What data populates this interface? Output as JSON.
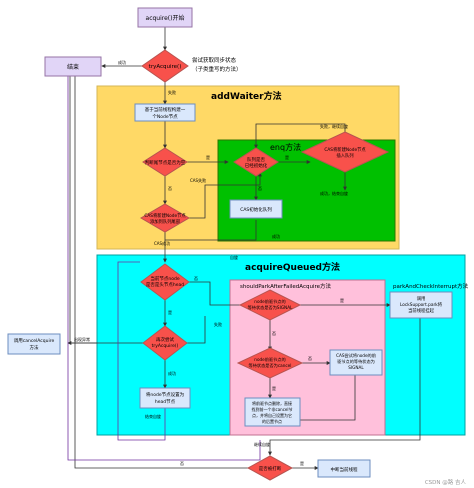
{
  "nodes": {
    "start": "acquire()开始",
    "end": "结束",
    "try_acquire": "tryAcquire()",
    "try_acquire_note_1": "尝试获取同步状态",
    "try_acquire_note_2": "（子类重写的方法）",
    "create_node_1": "基于当前线程构建一",
    "create_node_2": "个Node节点",
    "tail_null": "判断尾节点是否为空",
    "cas_tail_1": "CAS将新建Node节点",
    "cas_tail_2": "添加到队列尾部",
    "queue_init_1": "队列是否",
    "queue_init_2": "已经初始化",
    "cas_enq_1": "CAS将新建Node节点",
    "cas_enq_2": "插入队列",
    "cas_init": "CAS初始化队列",
    "is_head_1": "当前节点node",
    "is_head_2": "是否是头节点head",
    "retry_1": "再次尝试",
    "retry_2": "tryAcquire()",
    "set_head_1": "将node节点设置为",
    "set_head_2": "head节点",
    "cancel_1": "调用cancelAcquire",
    "cancel_2": "方法",
    "pred_signal_1": "node前驱节点的",
    "pred_signal_2": "等待状态是否为SIGNAL",
    "pred_cancel_1": "node前驱节点的",
    "pred_cancel_2": "等待状态是否为cancel",
    "cas_signal_1": "CAS尝试将node的前",
    "cas_signal_2": "驱节点的等待状态为",
    "cas_signal_3": "SIGNAL",
    "skip_1": "将前驱节点删除，直接",
    "skip_2": "找到前一个非cancel节",
    "skip_3": "点，并将自己设置为它",
    "skip_4": "的后置节点",
    "park_1": "调用",
    "park_2": "LockSupport.park将",
    "park_3": "当前线程挂起",
    "interrupted": "是否被打断",
    "self_interrupt": "中断当前线程"
  },
  "sections": {
    "add_waiter": "addWaiter方法",
    "enq": "enq方法",
    "acquire_queued": "acquireQueued方法",
    "should_park": "shouldParkAfterFailedAcquire方法",
    "park_interrupt": "parkAndCheckInterrupt方法"
  },
  "labels": {
    "success": "成功",
    "fail": "失败",
    "yes": "是",
    "no": "否",
    "cas_fail": "CAS失败",
    "cas_success": "CAS成功",
    "fail_retry": "失败，继续自旋",
    "success_return": "成功，结束自旋",
    "loop": "自旋",
    "exception": "出现异常",
    "continue_loop": "继续自旋",
    "finish_loop": "结束自旋"
  },
  "watermark": "CSDN @路 吉人",
  "colors": {
    "add_waiter_bg": "#ffd966",
    "enq_bg": "#00c000",
    "acquire_queued_bg": "#00ffff",
    "should_park_bg": "#ffc0db",
    "node_fill": "#dae8fc",
    "node_stroke": "#6c8ebf",
    "decision_fill": "#f8514b",
    "decision_stroke": "#b85450",
    "start_fill": "#e1d5f7",
    "start_stroke": "#9673a6"
  }
}
